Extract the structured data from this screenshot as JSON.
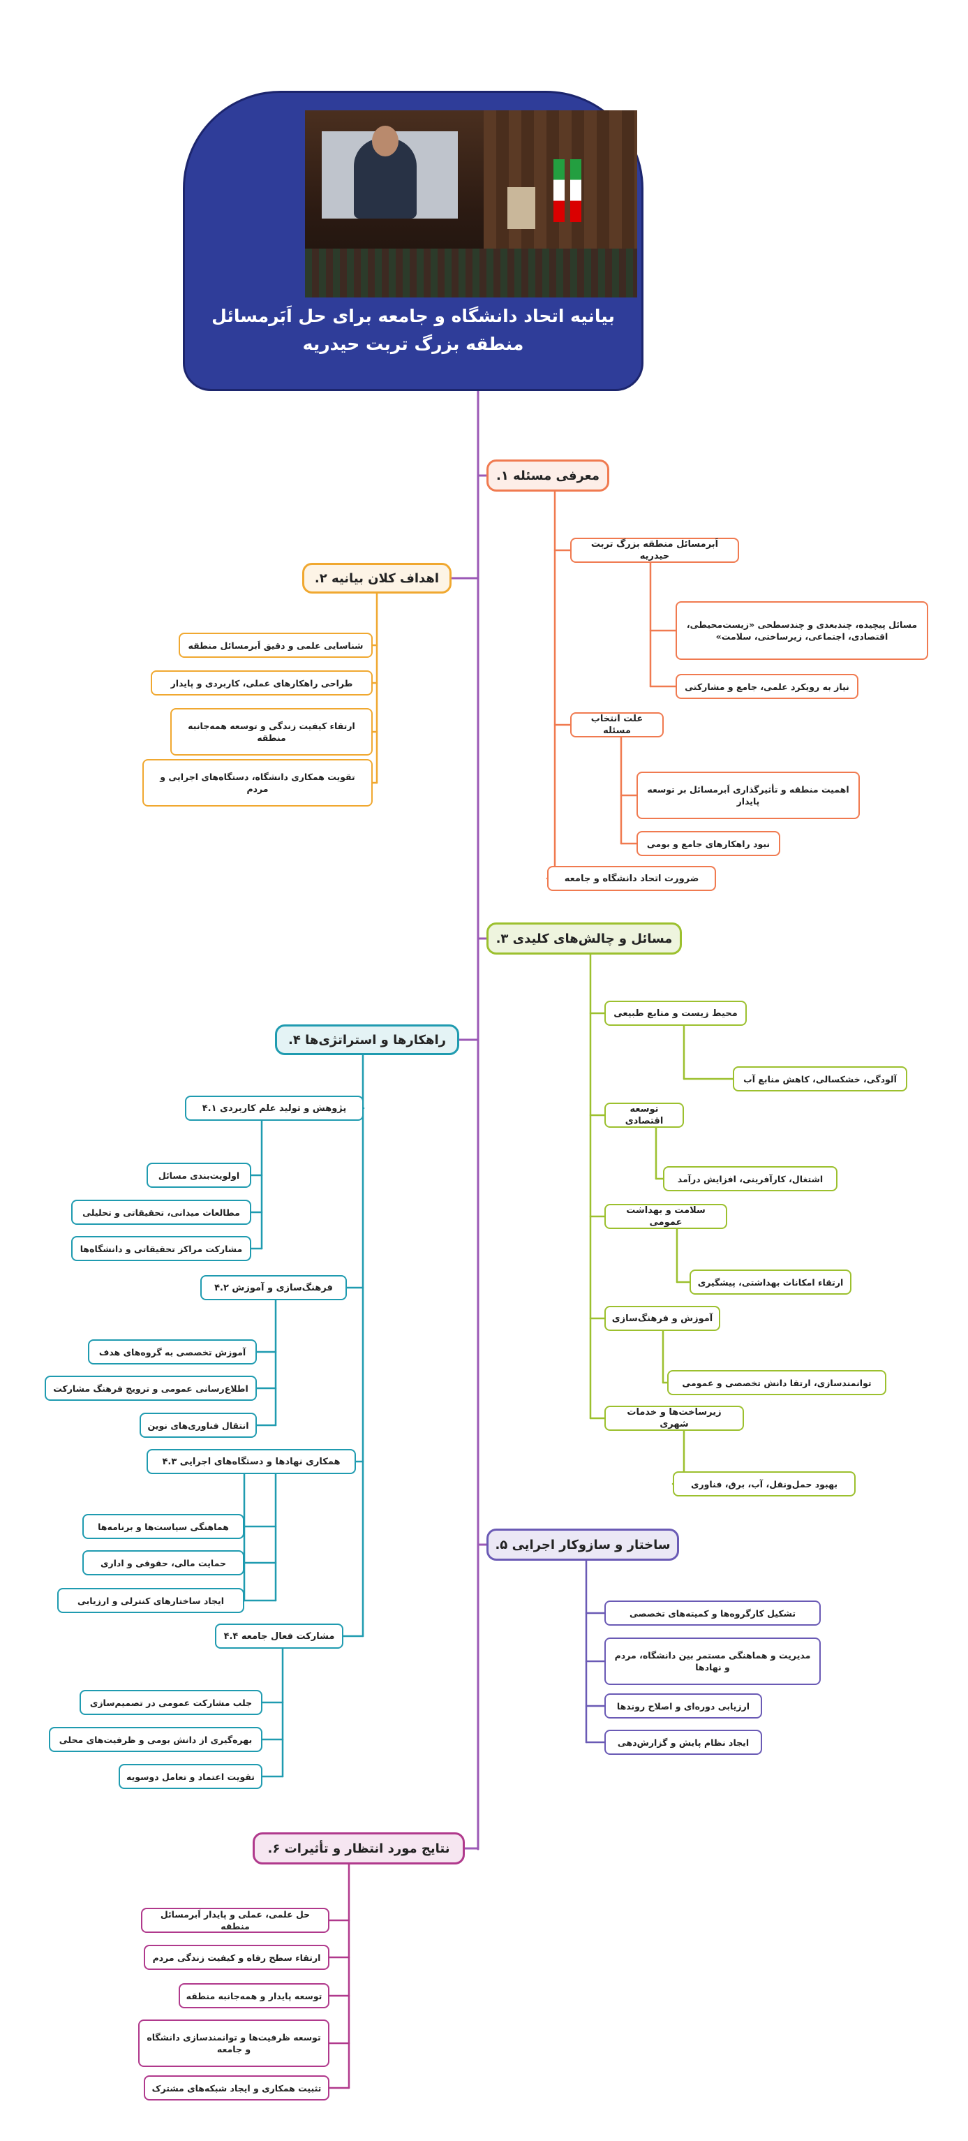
{
  "header": {
    "title_line1": "بیانیه اتحاد دانشگاه و جامعه برای حل اَبَرمسائل",
    "title_line2": "منطقه بزرگ تربت حیدریه",
    "colors": {
      "header_bg": "#2f3d99",
      "spine": "#9b59b6"
    }
  },
  "section1": {
    "title": "معرفی مسئله ۱.",
    "color": "#f07a50",
    "group1": {
      "label": "اَبرمسائل منطقه بزرگ تربت حیدریه",
      "items": [
        "مسائل پیچیده، چندبعدی و چندسطحی «زیست‌محیطی، اقتصادی، اجتماعی، زیرساختی، سلامت»",
        "نیاز به رویکرد علمی، جامع و مشارکتی"
      ]
    },
    "group2": {
      "label": "علت انتخاب مسئله",
      "items": [
        "اهمیت منطقه و تأثیرگذاری اَبرمسائل بر توسعه پایدار",
        "نبود راهکارهای جامع و بومی"
      ]
    },
    "group3": {
      "label": "ضرورت اتحاد دانشگاه و جامعه"
    }
  },
  "section2": {
    "title": "اهداف کلان بیانیه ۲.",
    "color": "#f0a830",
    "items": [
      "شناسایی علمی و دقیق اَبرمسائل منطقه",
      "طراحی راهکارهای عملی، کاربردی و پایدار",
      "ارتقاء کیفیت زندگی و توسعه همه‌جانبه منطقه",
      "تقویت همکاری دانشگاه، دستگاه‌های اجرایی و مردم"
    ]
  },
  "section3": {
    "title": "مسائل و چالش‌های کلیدی ۳.",
    "color": "#9cc02e",
    "groups": [
      {
        "label": "محیط زیست و منابع طبیعی",
        "item": "آلودگی، خشکسالی، کاهش منابع آب"
      },
      {
        "label": "توسعه اقتصادی",
        "item": "اشتغال، کارآفرینی، افزایش درآمد"
      },
      {
        "label": "سلامت و بهداشت عمومی",
        "item": "ارتقاء امکانات بهداشتی، پیشگیری"
      },
      {
        "label": "آموزش و فرهنگ‌سازی",
        "item": "توانمندسازی، ارتقا دانش تخصصی و عمومی"
      },
      {
        "label": "زیرساخت‌ها و خدمات شهری",
        "item": "بهبود حمل‌ونقل، آب، برق، فناوری"
      }
    ]
  },
  "section4": {
    "title": "راهکارها و استراتژی‌ها ۴.",
    "color": "#1f9bb0",
    "groups": [
      {
        "label": "پژوهش و تولید علم کاربردی ۴.۱",
        "items": [
          "اولویت‌بندی مسائل",
          "مطالعات میدانی، تحقیقاتی و تحلیلی",
          "مشارکت مراکز تحقیقاتی و دانشگاه‌ها"
        ]
      },
      {
        "label": "فرهنگ‌سازی و آموزش ۴.۲",
        "items": [
          "آموزش تخصصی به گروه‌های هدف",
          "اطلاع‌رسانی عمومی و ترویج فرهنگ مشارکت",
          "انتقال فناوری‌های نوین"
        ]
      },
      {
        "label": "همکاری نهادها و دستگاه‌های اجرایی ۴.۳",
        "items": [
          "هماهنگی سیاست‌ها و برنامه‌ها",
          "حمایت مالی، حقوقی و اداری",
          "ایجاد ساختارهای کنترلی و ارزیابی"
        ]
      },
      {
        "label": "مشارکت فعال جامعه ۴.۴",
        "items": [
          "جلب مشارکت عمومی در تصمیم‌سازی",
          "بهره‌گیری از دانش بومی و ظرفیت‌های محلی",
          "تقویت اعتماد و تعامل دوسویه"
        ]
      }
    ]
  },
  "section5": {
    "title": "ساختار و سازوکار اجرایی ۵.",
    "color": "#6a5ab5",
    "items": [
      "تشکیل کارگروه‌ها و کمیته‌های تخصصی",
      "مدیریت و هماهنگی مستمر بین دانشگاه، مردم و نهادها",
      "ارزیابی دوره‌ای و اصلاح روندها",
      "ایجاد نظام پایش و گزارش‌دهی"
    ]
  },
  "section6": {
    "title": "نتایج مورد انتظار و تأثیرات ۶.",
    "color": "#b0398c",
    "items": [
      "حل علمی، عملی و پایدار اَبرمسائل منطقه",
      "ارتقاء سطح رفاه و کیفیت زندگی مردم",
      "توسعه پایدار و همه‌جانبه منطقه",
      "توسعه ظرفیت‌ها و توانمندسازی دانشگاه و جامعه",
      "تثبیت همکاری و ایجاد شبکه‌های مشترک"
    ]
  }
}
